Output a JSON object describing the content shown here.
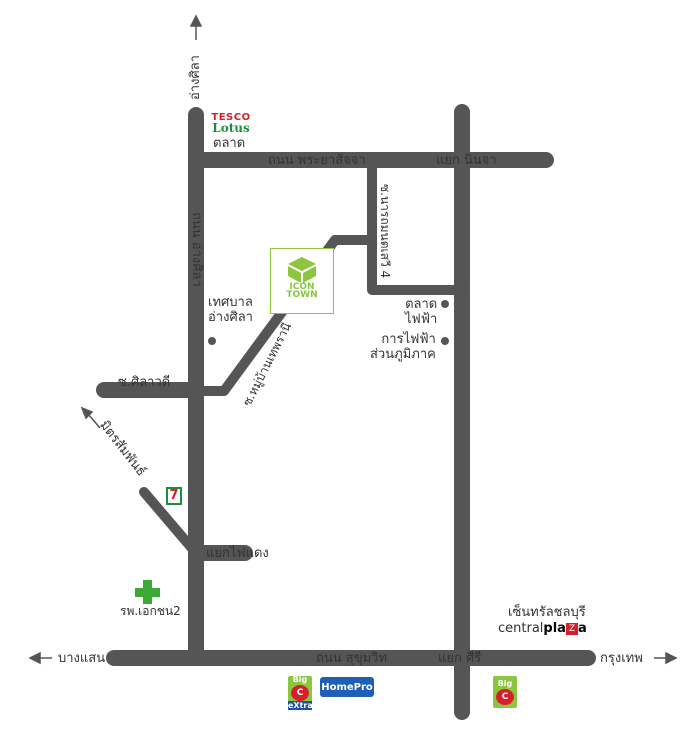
{
  "roads": {
    "sukhumvit": "ถนน สุขุมวิท",
    "sri_junction": "แยก ศีรี",
    "phraya_sangja": "ถนน พระยาสัจจา",
    "ninja_junction": "แยก นินจา",
    "angsila_road": "ถนน อ่างศิลา",
    "soi_narathon": "ซ.นารถมนตเสวี 4",
    "soi_silawadee": "ซ.ศิลาวดี",
    "soi_moo_ban": "ซ.หมู่บ้านเทพรานี",
    "traffic_light_junction": "แยกไฟแดง"
  },
  "directions": {
    "angsila": "อ่างศิลา",
    "bangsaen": "บางแสน",
    "bangkok": "กรุงเทพ",
    "mit_samphan": "มิตรสัมพันธ์"
  },
  "places": {
    "talad": "ตลาด",
    "municipality": "เทศบาล\nอ่างศิลา",
    "market_faifa": "ตลาด\nไฟฟ้า",
    "electricity": "การไฟฟ้า\nส่วนภูมิภาค",
    "hospital": "รพ.เอกชน2",
    "central_th": "เซ็นทรัลชลบุรี"
  },
  "logos": {
    "tesco_1": "TESCO",
    "tesco_2": "Lotus",
    "icon_town": "ICON\nTOWN",
    "homepro": "HomePro",
    "big_c": "Big",
    "c_letter": "C",
    "extra": "eXtra",
    "seven": "7",
    "central_1": "central",
    "central_2": "pla",
    "central_3": "a"
  },
  "colors": {
    "road": "#555555",
    "accent_green": "#8cc63f",
    "hospital_green": "#3aa935",
    "red": "#d3202b"
  }
}
